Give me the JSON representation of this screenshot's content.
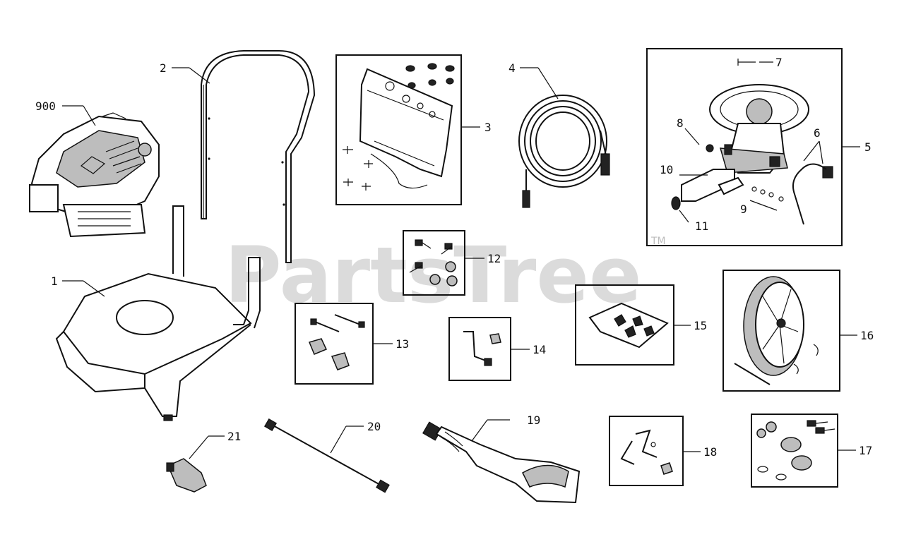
{
  "watermark": {
    "text": "PartsTree",
    "trademark": "TM"
  },
  "callouts": {
    "c1": "1",
    "c2": "2",
    "c3": "3",
    "c4": "4",
    "c5": "5",
    "c6": "6",
    "c7": "7",
    "c8": "8",
    "c9": "9",
    "c10": "10",
    "c11": "11",
    "c12": "12",
    "c13": "13",
    "c14": "14",
    "c15": "15",
    "c16": "16",
    "c17": "17",
    "c18": "18",
    "c19": "19",
    "c20": "20",
    "c21": "21",
    "c900": "900"
  }
}
